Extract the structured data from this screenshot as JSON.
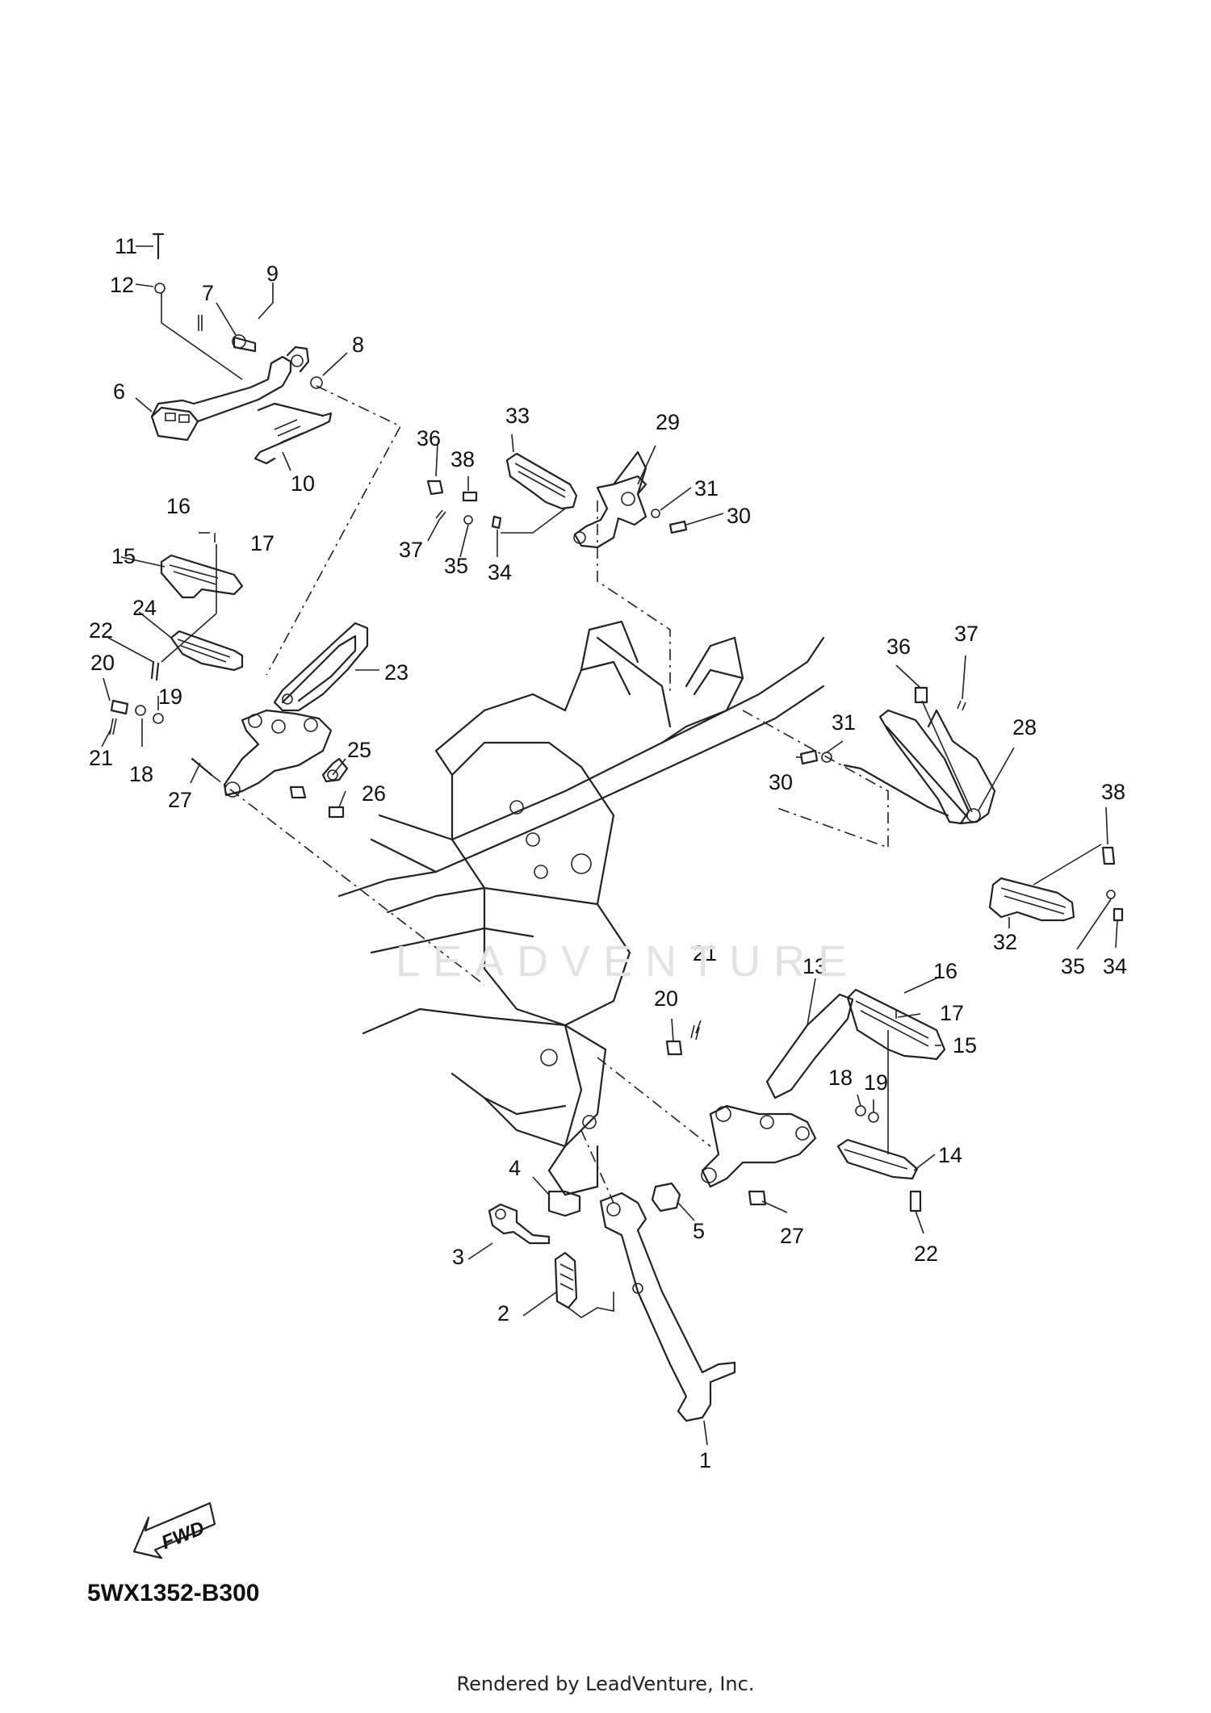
{
  "diagram": {
    "code": "5WX1352-B300",
    "rendered_by": "Rendered by LeadVenture, Inc.",
    "watermark": "LEADVENTURE",
    "fwd_label": "FWD",
    "callouts": [
      "1",
      "2",
      "3",
      "4",
      "5",
      "6",
      "7",
      "8",
      "9",
      "10",
      "11",
      "12",
      "13",
      "14",
      "15",
      "16",
      "17",
      "18",
      "19",
      "20",
      "21",
      "22",
      "23",
      "24",
      "25",
      "26",
      "27",
      "28",
      "29",
      "30",
      "31",
      "32",
      "33",
      "34",
      "35",
      "36",
      "37",
      "38"
    ]
  }
}
